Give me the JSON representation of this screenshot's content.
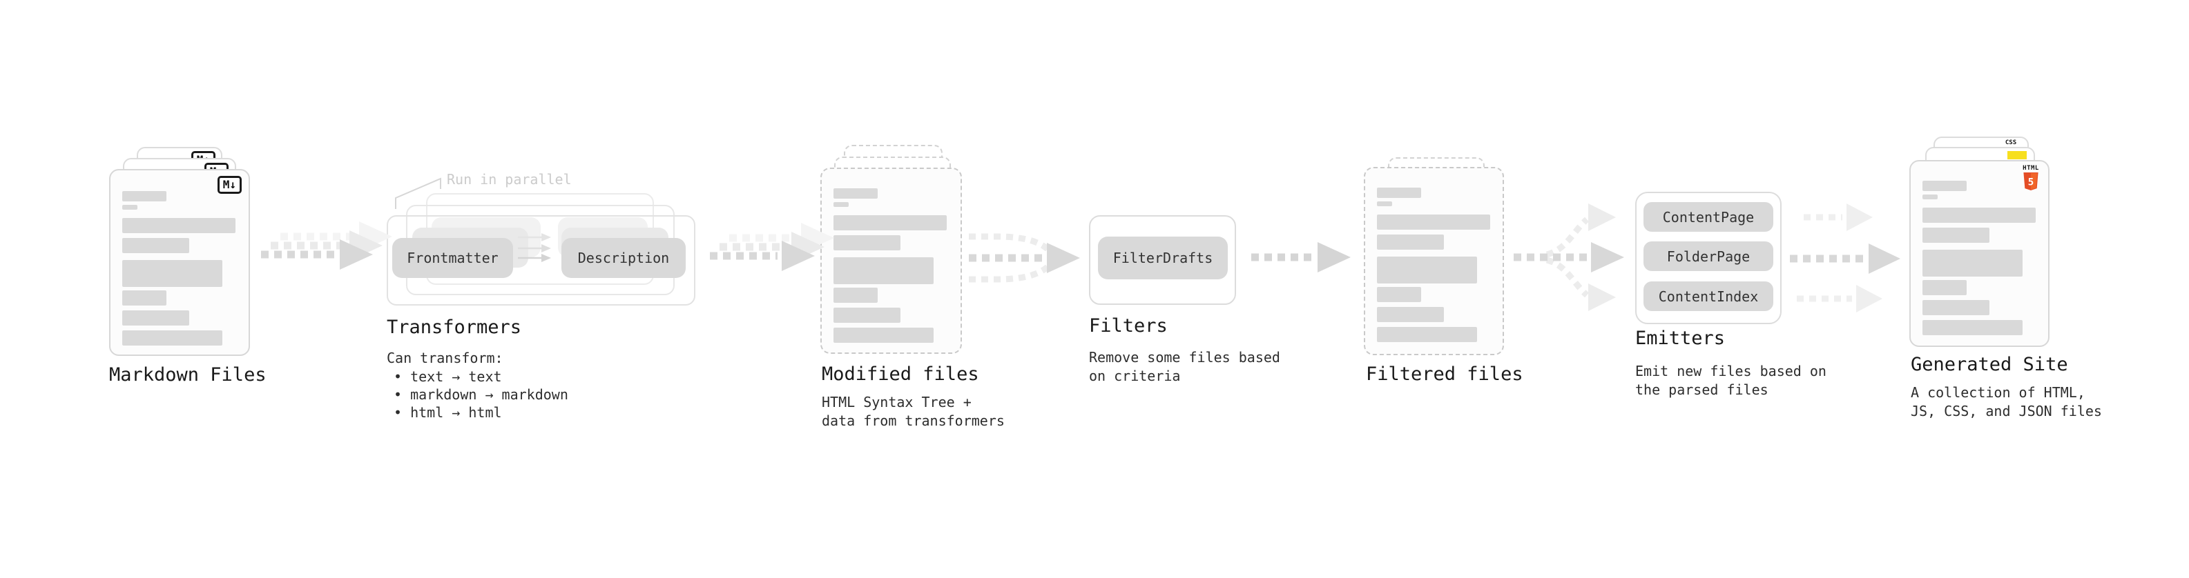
{
  "markdown_files": {
    "title": "Markdown Files",
    "badge": "M↓"
  },
  "transformers": {
    "annotation": "Run in parallel",
    "pill_left": "Frontmatter",
    "pill_right": "Description",
    "title": "Transformers",
    "desc_heading": "Can transform:",
    "bullets": [
      "• text → text",
      "• markdown → markdown",
      "• html → html"
    ]
  },
  "modified_files": {
    "title": "Modified files",
    "desc": "HTML Syntax Tree +\ndata from transformers"
  },
  "filters": {
    "pill": "FilterDrafts",
    "title": "Filters",
    "desc": "Remove some files based\non criteria"
  },
  "filtered_files": {
    "title": "Filtered files"
  },
  "emitters": {
    "pills": [
      "ContentPage",
      "FolderPage",
      "ContentIndex"
    ],
    "title": "Emitters",
    "desc": "Emit new files based on\nthe parsed files"
  },
  "generated_site": {
    "title": "Generated Site",
    "desc": "A collection of HTML,\nJS, CSS, and JSON files",
    "html_badge_label": "HTML",
    "html_badge_number": "5",
    "css_badge_label": "CSS"
  },
  "colors": {
    "html5_orange": "#e44d26",
    "html5_orange_light": "#f16529",
    "js_yellow": "#f7df1e",
    "css_blue": "#2d53e5",
    "arrow_gray": "#d8d8d8",
    "arrow_light": "#ececec",
    "bar_gray": "#d9d9d9"
  }
}
